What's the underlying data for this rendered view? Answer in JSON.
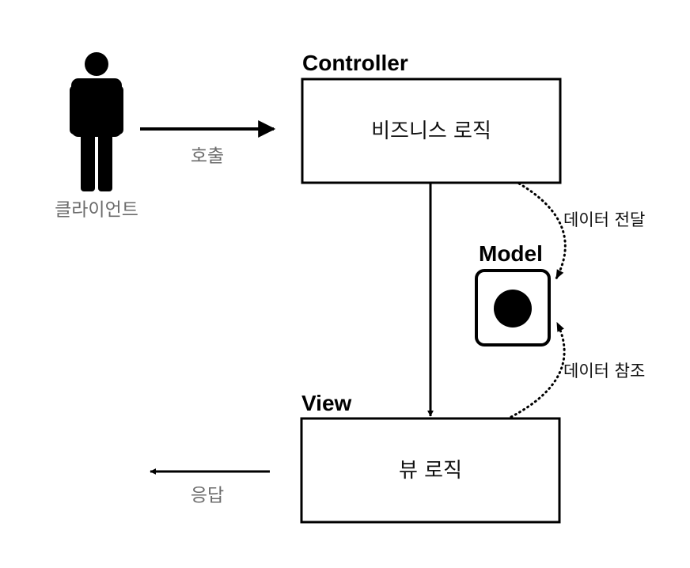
{
  "client": {
    "label": "클라이언트",
    "icon": "person-icon"
  },
  "calls": {
    "request_label": "호출",
    "response_label": "응답"
  },
  "controller": {
    "title": "Controller",
    "body": "비즈니스 로직"
  },
  "model": {
    "title": "Model",
    "icon": "filled-circle-icon"
  },
  "view": {
    "title": "View",
    "body": "뷰 로직"
  },
  "flows": {
    "to_model": "데이터 전달",
    "from_model": "데이터 참조"
  },
  "colors": {
    "stroke": "#000000",
    "gray_text": "#6b6b6b"
  }
}
